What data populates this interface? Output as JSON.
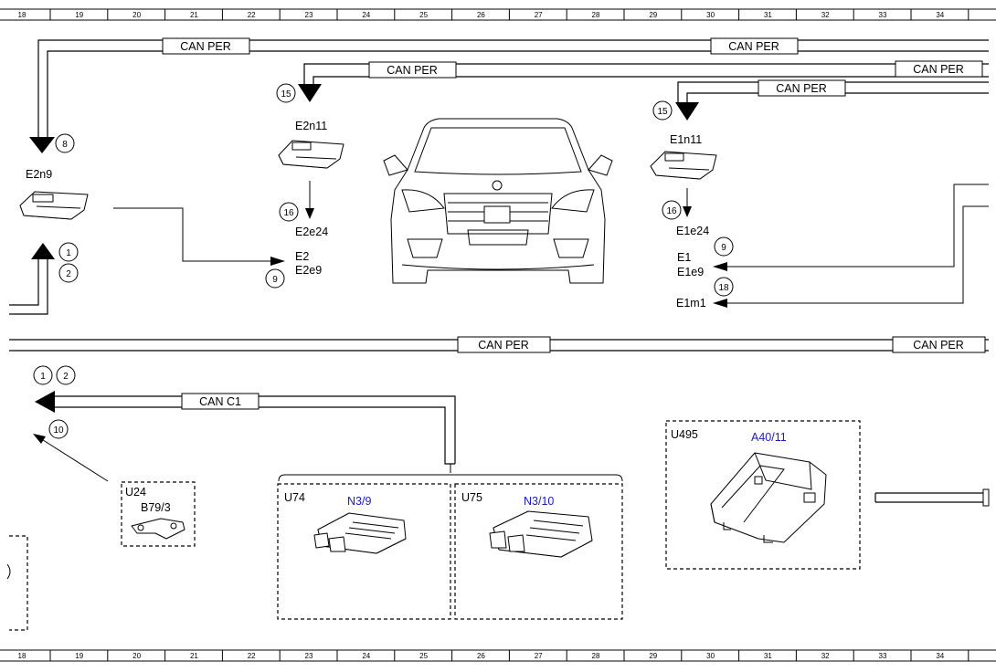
{
  "ruler": {
    "columns": [
      "18",
      "19",
      "20",
      "21",
      "22",
      "23",
      "24",
      "25",
      "26",
      "27",
      "28",
      "29",
      "30",
      "31",
      "32",
      "33",
      "34"
    ]
  },
  "bus_labels": {
    "can_per": "CAN PER",
    "can_c1": "CAN C1"
  },
  "components": {
    "e2n9": "E2n9",
    "e2n11": "E2n11",
    "e1n11": "E1n11",
    "e2e24": "E2e24",
    "e2": "E2",
    "e2e9": "E2e9",
    "e1e24": "E1e24",
    "e1": "E1",
    "e1e9": "E1e9",
    "e1m1": "E1m1",
    "u24": "U24",
    "b79_3": "B79/3",
    "u74": "U74",
    "n3_9": "N3/9",
    "u75": "U75",
    "n3_10": "N3/10",
    "u495": "U495",
    "a40_11": "A40/11"
  },
  "callouts": {
    "c8": "8",
    "c1": "1",
    "c2": "2",
    "c15": "15",
    "c16": "16",
    "c9": "9",
    "c18": "18",
    "c10": "10"
  },
  "colors": {
    "line": "#000000",
    "highlight_label": "#1a1ad6",
    "background": "#ffffff"
  }
}
